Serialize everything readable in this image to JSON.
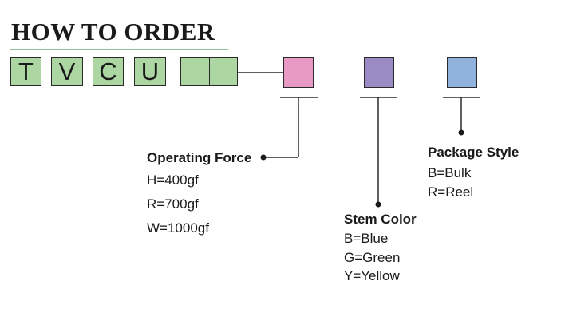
{
  "title": "HOW TO ORDER",
  "code_letters": [
    "T",
    "V",
    "C",
    "U"
  ],
  "swatch_colors": {
    "code_box": "#acd7a2",
    "operating_force": "#e99ac4",
    "stem_color": "#9b8bc5",
    "package_style": "#8fb3dd"
  },
  "operating_force": {
    "label": "Operating Force",
    "options": [
      "H=400gf",
      "R=700gf",
      "W=1000gf"
    ]
  },
  "stem_color": {
    "label": "Stem Color",
    "options": [
      "B=Blue",
      "G=Green",
      "Y=Yellow"
    ]
  },
  "package_style": {
    "label": "Package Style",
    "options": [
      "B=Bulk",
      "R=Reel"
    ]
  }
}
